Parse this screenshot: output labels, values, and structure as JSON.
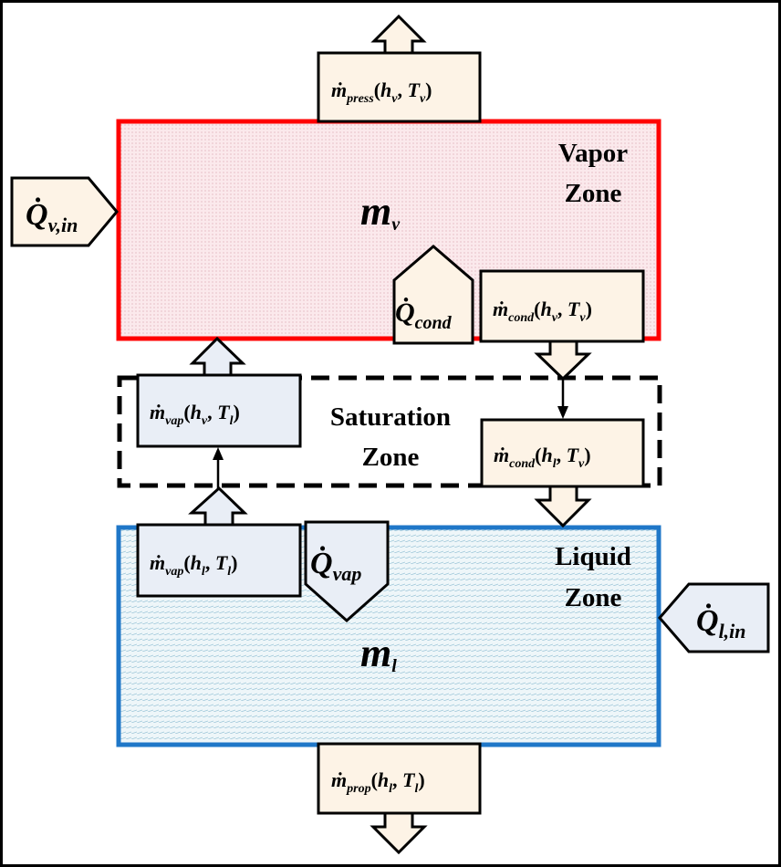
{
  "zones": {
    "vapor": {
      "mass_symbol": "m",
      "mass_sub": "v",
      "title_line1": "Vapor",
      "title_line2": "Zone",
      "border_color": "#ff0000",
      "fill_color": "#fbe9ec"
    },
    "saturation": {
      "title_line1": "Saturation",
      "title_line2": "Zone",
      "border_color": "#000000"
    },
    "liquid": {
      "mass_symbol": "m",
      "mass_sub": "l",
      "title_line1": "Liquid",
      "title_line2": "Zone",
      "border_color": "#1f77c8",
      "fill_color": "#e7f1f6"
    }
  },
  "flows": {
    "m_press": {
      "sym": "ṁ",
      "sub": "press",
      "h": "h",
      "h_sub": "v",
      "t": "T",
      "t_sub": "v"
    },
    "m_cond_vapor": {
      "sym": "ṁ",
      "sub": "cond",
      "h": "h",
      "h_sub": "v",
      "t": "T",
      "t_sub": "v"
    },
    "m_cond_sat": {
      "sym": "ṁ",
      "sub": "cond",
      "h": "h",
      "h_sub": "l",
      "t": "T",
      "t_sub": "v"
    },
    "m_vap_sat": {
      "sym": "ṁ",
      "sub": "vap",
      "h": "h",
      "h_sub": "v",
      "t": "T",
      "t_sub": "l"
    },
    "m_vap_liquid": {
      "sym": "ṁ",
      "sub": "vap",
      "h": "h",
      "h_sub": "l",
      "t": "T",
      "t_sub": "l"
    },
    "m_prop": {
      "sym": "ṁ",
      "sub": "prop",
      "h": "h",
      "h_sub": "l",
      "t": "T",
      "t_sub": "l"
    }
  },
  "heats": {
    "q_v_in": {
      "sym": "Q̇",
      "sub": "v,in"
    },
    "q_cond": {
      "sym": "Q̇",
      "sub": "cond"
    },
    "q_vap": {
      "sym": "Q̇",
      "sub": "vap"
    },
    "q_l_in": {
      "sym": "Q̇",
      "sub": "l,in"
    }
  },
  "colors": {
    "box_fill": "#fdf3e6",
    "outline": "#000000"
  }
}
